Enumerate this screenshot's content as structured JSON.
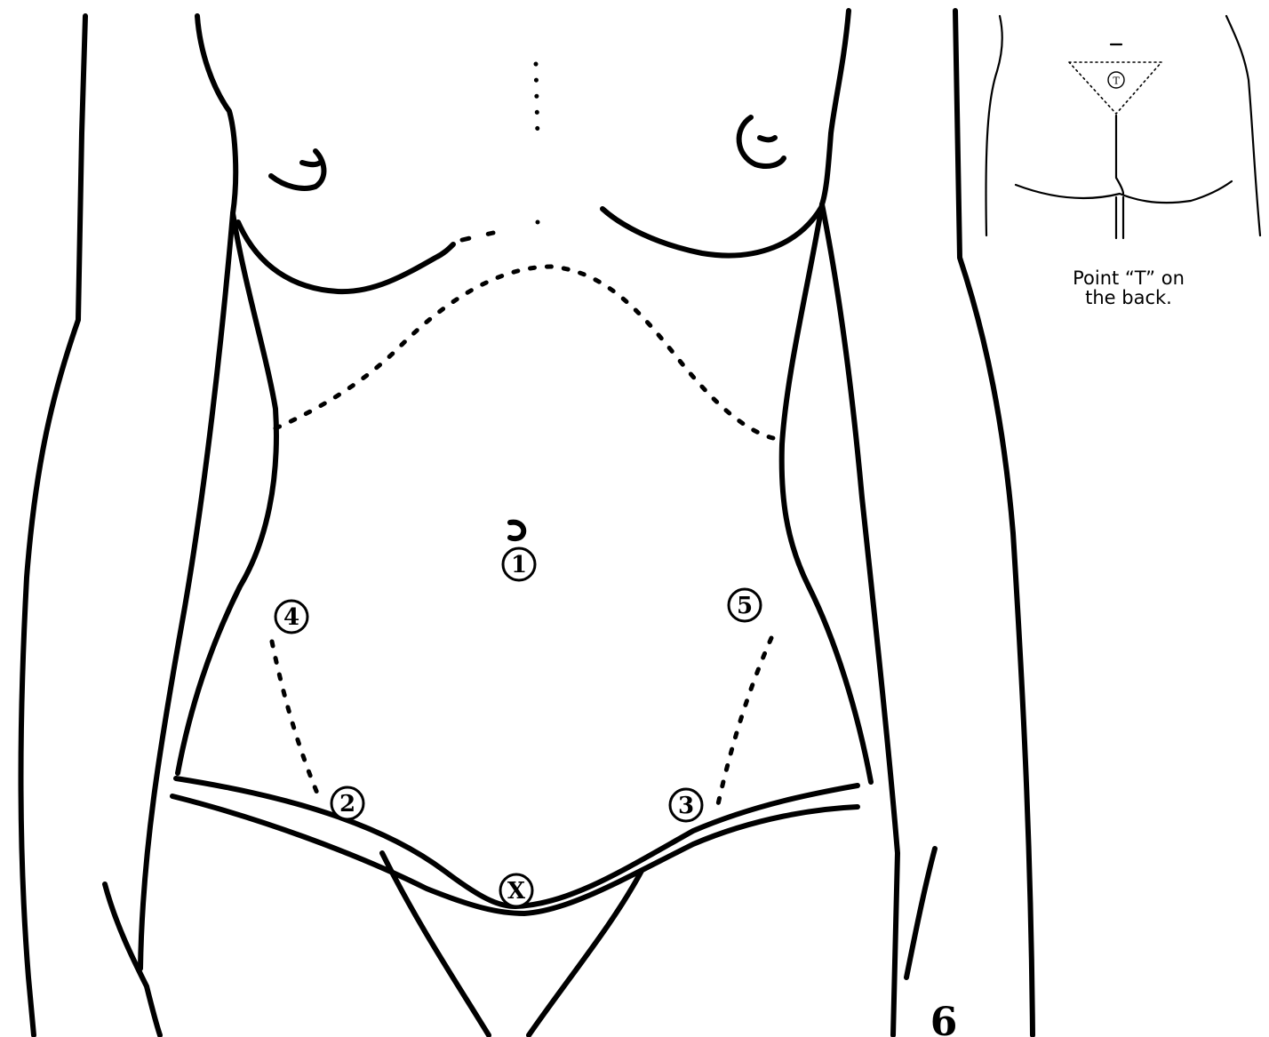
{
  "markers": {
    "m1": "1",
    "m2": "2",
    "m3": "3",
    "m4": "4",
    "m5": "5",
    "mx": "X"
  },
  "inset": {
    "marker": "T",
    "caption_line1": "Point “T” on",
    "caption_line2": "the back."
  },
  "page_number": "6"
}
